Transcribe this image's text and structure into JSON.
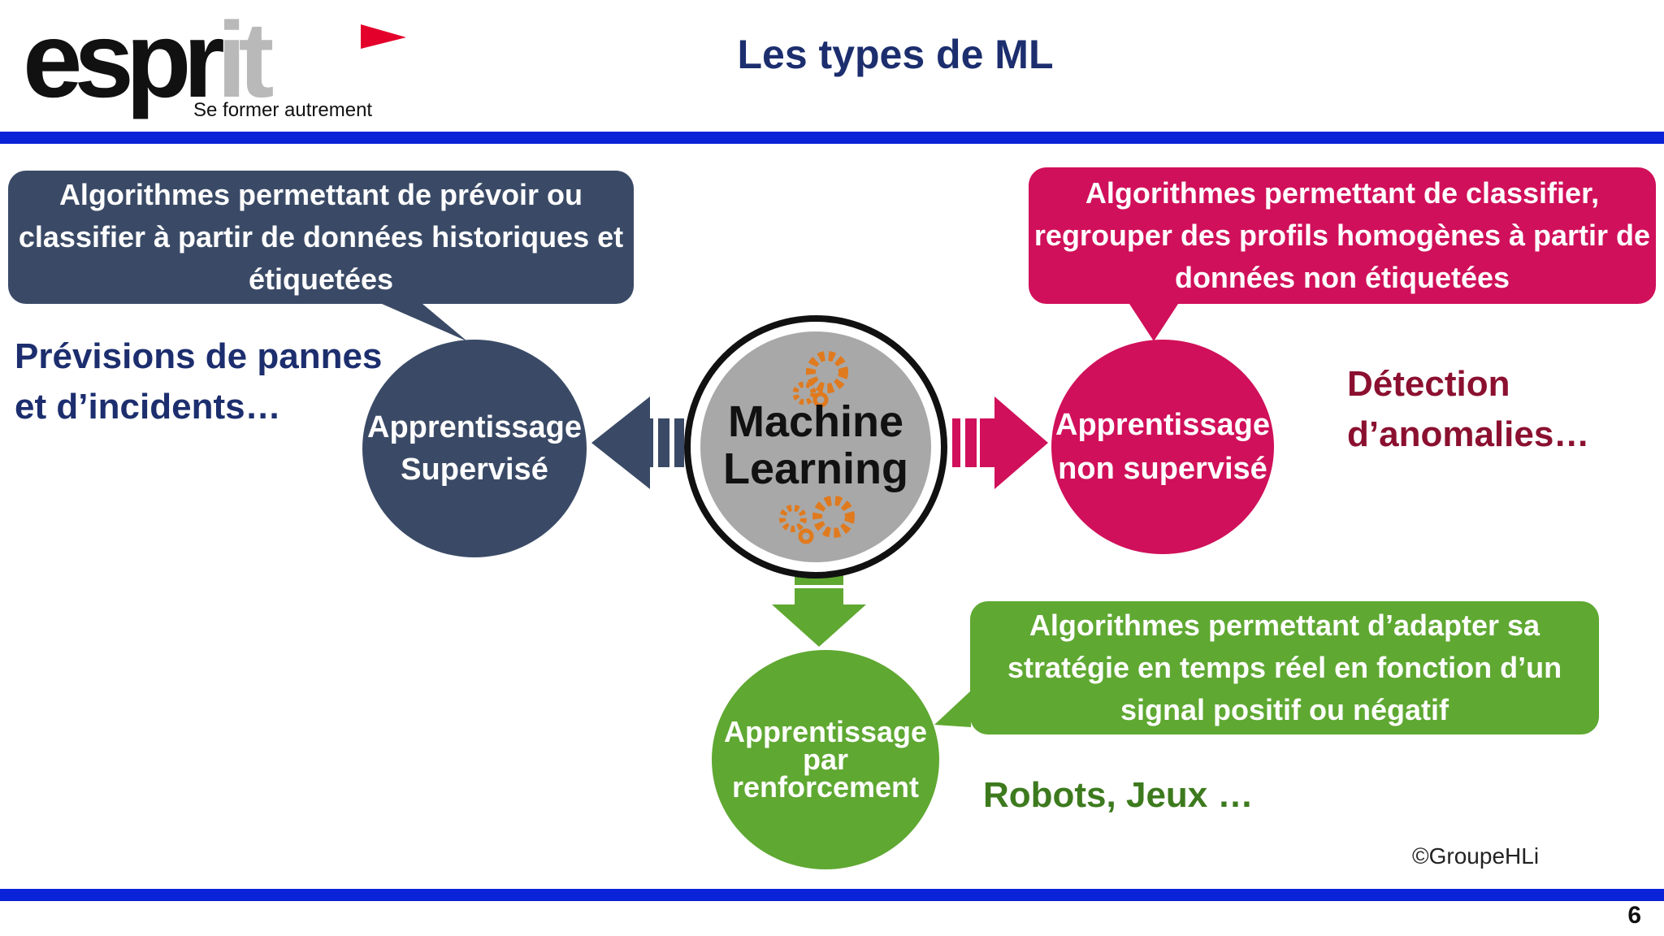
{
  "logo": {
    "main": "espr",
    "accent": "it",
    "tagline": "Se former autrement",
    "flag_color": "#e3002b"
  },
  "slide": {
    "title": "Les types de ML",
    "page_number": "6"
  },
  "colors": {
    "supervised": "#3a4a66",
    "unsupervised": "#d0105a",
    "reinforcement": "#5fa832",
    "header_bar": "#0a23d9",
    "title": "#1c2e6e"
  },
  "center": {
    "line1": "Machine",
    "line2": "Learning",
    "icon": "gears-icon"
  },
  "supervised": {
    "bubble": "Algorithmes permettant de prévoir ou classifier à partir de données historiques et étiquetées",
    "circle_line1": "Apprentissage",
    "circle_line2": "Supervisé",
    "example_line1": "Prévisions de pannes",
    "example_line2": "et d’incidents…"
  },
  "unsupervised": {
    "bubble": "Algorithmes permettant de classifier, regrouper des profils homogènes à partir de données non étiquetées",
    "circle_line1": "Apprentissage",
    "circle_line2": "non supervisé",
    "example_line1": "Détection",
    "example_line2": "d’anomalies…"
  },
  "reinforcement": {
    "bubble": "Algorithmes permettant d’adapter sa stratégie en temps réel en fonction d’un signal positif ou négatif",
    "circle_line1": "Apprentissage",
    "circle_line2": "par",
    "circle_line3": "renforcement",
    "example": "Robots, Jeux …"
  },
  "credit": "©GroupeHLi"
}
